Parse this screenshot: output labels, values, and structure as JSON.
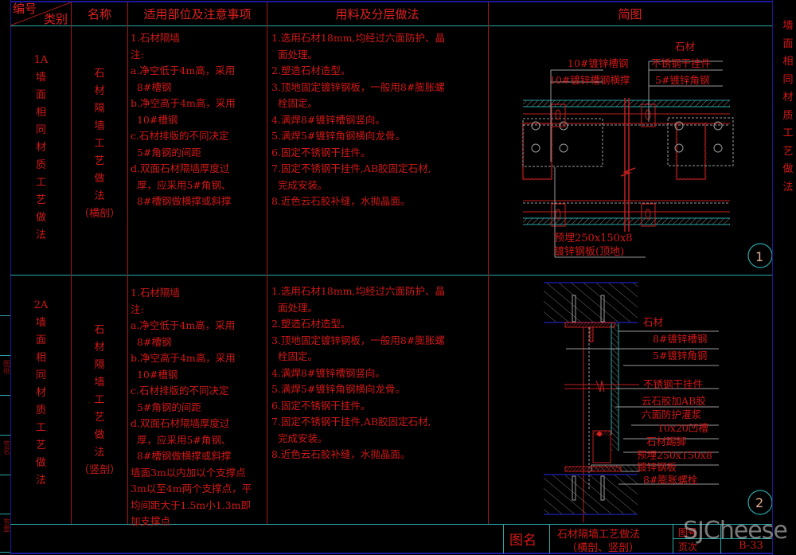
{
  "header": {
    "code_label_top": "编号",
    "code_label_bottom": "类别",
    "name": "名称",
    "scope": "适用部位及注意事项",
    "materials": "用料及分层做法",
    "diagram": "简图"
  },
  "right_margin_title": [
    "墙",
    "面",
    "相",
    "同",
    "材",
    "质",
    "工",
    "艺",
    "做",
    "法"
  ],
  "left_tabs": [
    "图纸",
    "签名",
    "签章"
  ],
  "rows": [
    {
      "code": "1A",
      "category": [
        "墙",
        "面",
        "相",
        "同",
        "材",
        "质",
        "工",
        "艺",
        "做",
        "法"
      ],
      "name": [
        "石",
        "材",
        "隔",
        "墙",
        "工",
        "艺",
        "做",
        "法"
      ],
      "name_suffix": "（横剖）",
      "scope_lines": [
        "1.石材隔墙",
        "注:",
        "a.净空低于4m高，采用",
        "  8#槽钢",
        "b.净空高于4m高，采用",
        "  10#槽钢",
        "c.石材排版的不同决定",
        "  5#角钢的间距",
        "d.双面石材隔墙厚度过",
        "  厚，应采用5#角钢、",
        "  8#槽钢做横撑或斜撑"
      ],
      "material_lines": [
        "1.选用石材18mm,均经过六面防护、晶",
        "  面处理。",
        "2.塑造石材造型。",
        "3.顶地固定镀锌钢板，一般用8#膨胀螺",
        "  栓固定。",
        "4.满焊8#镀锌槽钢竖向。",
        "5.满焊5#镀锌角钢横向龙骨。",
        "6.固定不锈钢干挂件。",
        "7.固定不锈钢干挂件,AB胶固定石材,",
        "  完成安装。",
        "8.近色云石胶补缝，水抛晶面。"
      ],
      "diagram": {
        "number": "1",
        "labels": {
          "stone": "石材",
          "channel10": "10#镀锌槽钢",
          "channel10_brace": "10#镀锌槽钢横撑",
          "ss_hanger": "不锈钢干挂件",
          "angle5": "5#镀锌角钢",
          "embed_plate_1": "预埋250x150x8",
          "embed_plate_2": "镀锌钢板(顶地)"
        }
      }
    },
    {
      "code": "2A",
      "category": [
        "墙",
        "面",
        "相",
        "同",
        "材",
        "质",
        "工",
        "艺",
        "做",
        "法"
      ],
      "name": [
        "石",
        "材",
        "隔",
        "墙",
        "工",
        "艺",
        "做",
        "法"
      ],
      "name_suffix": "（竖剖）",
      "scope_lines": [
        "1.石材隔墙",
        "注:",
        "a.净空低于4m高，采用",
        "  8#槽钢",
        "b.净空高于4m高，采用",
        "  10#槽钢",
        "c.石材排版的不同决定",
        "  5#角钢的间距",
        "d.双面石材隔墙厚度过",
        "  厚，应采用5#角钢、",
        "  8#槽钢做横撑或斜撑",
        "墙面3m以内加以个支撑点",
        "3m以至4m两个支撑点，平",
        "均间距大于1.5m小1.3m即",
        "加支撑点"
      ],
      "material_lines": [
        "1.选用石材18mm,均经过六面防护、晶",
        "  面处理。",
        "2.塑造石材造型。",
        "3.顶地固定镀锌钢板，一般用8#膨胀螺",
        "  栓固定。",
        "4.满焊8#镀锌槽钢竖向。",
        "5.满焊5#镀锌角钢横向龙骨。",
        "6.固定不锈钢干挂件。",
        "7.固定不锈钢干挂件,AB胶固定石材,",
        "  完成安装。",
        "8.近色云石胶补缝，水抛晶面。"
      ],
      "diagram": {
        "number": "2",
        "labels": [
          "石材",
          "8#镀锌槽钢",
          "5#镀锌角钢",
          "不锈钢干挂件",
          "云石胶加AB胶",
          "六面防护灌浆",
          "10x20凹槽",
          "石材踢脚",
          "预埋250x150x8",
          "镀锌钢板",
          "8#膨胀螺栓"
        ]
      }
    }
  ],
  "title_block": {
    "drawing_name_label": "图名",
    "drawing_name_line1": "石材隔墙工艺做法",
    "drawing_name_line2": "（横剖、竖剖）",
    "drawing_no_label": "图号",
    "page_label": "页次",
    "page_value": "B-33"
  },
  "watermark": "SJCheese",
  "colors": {
    "background": "#000000",
    "text_red": "#d01818",
    "grid_cyan": "#2aa6a6",
    "frame_navy": "#1a1a9a",
    "divider_red": "#a01818",
    "gray": "#9a9a9a"
  }
}
